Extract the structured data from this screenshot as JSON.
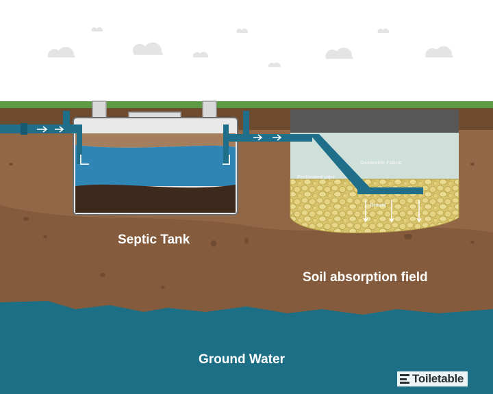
{
  "labels": {
    "septic_tank": "Septic Tank",
    "absorption_field": "Soil absorption field",
    "ground_water": "Ground Water",
    "geotextile": "Geotextile Fabric",
    "perforated_pipe": "Perforated pipe",
    "gravel": "Gravel"
  },
  "brand": {
    "name": "Toiletable"
  },
  "colors": {
    "sky": "#ffffff",
    "cloud": "#e6e6e6",
    "grass": "#5e9a43",
    "topsoil": "#6e4a2e",
    "soil": "#916746",
    "soil_dark": "#7d5638",
    "ground_water": "#1d6f86",
    "tank_water": "#2f86b5",
    "sludge": "#3e2a1d",
    "pipe": "#1f6f8b",
    "fabric": "#cfe0db",
    "gravel": "#d8c36a"
  },
  "icons": [
    "cloud-icon",
    "flow-arrow-icon",
    "gravel-stones-icon",
    "brand-logo-icon"
  ]
}
